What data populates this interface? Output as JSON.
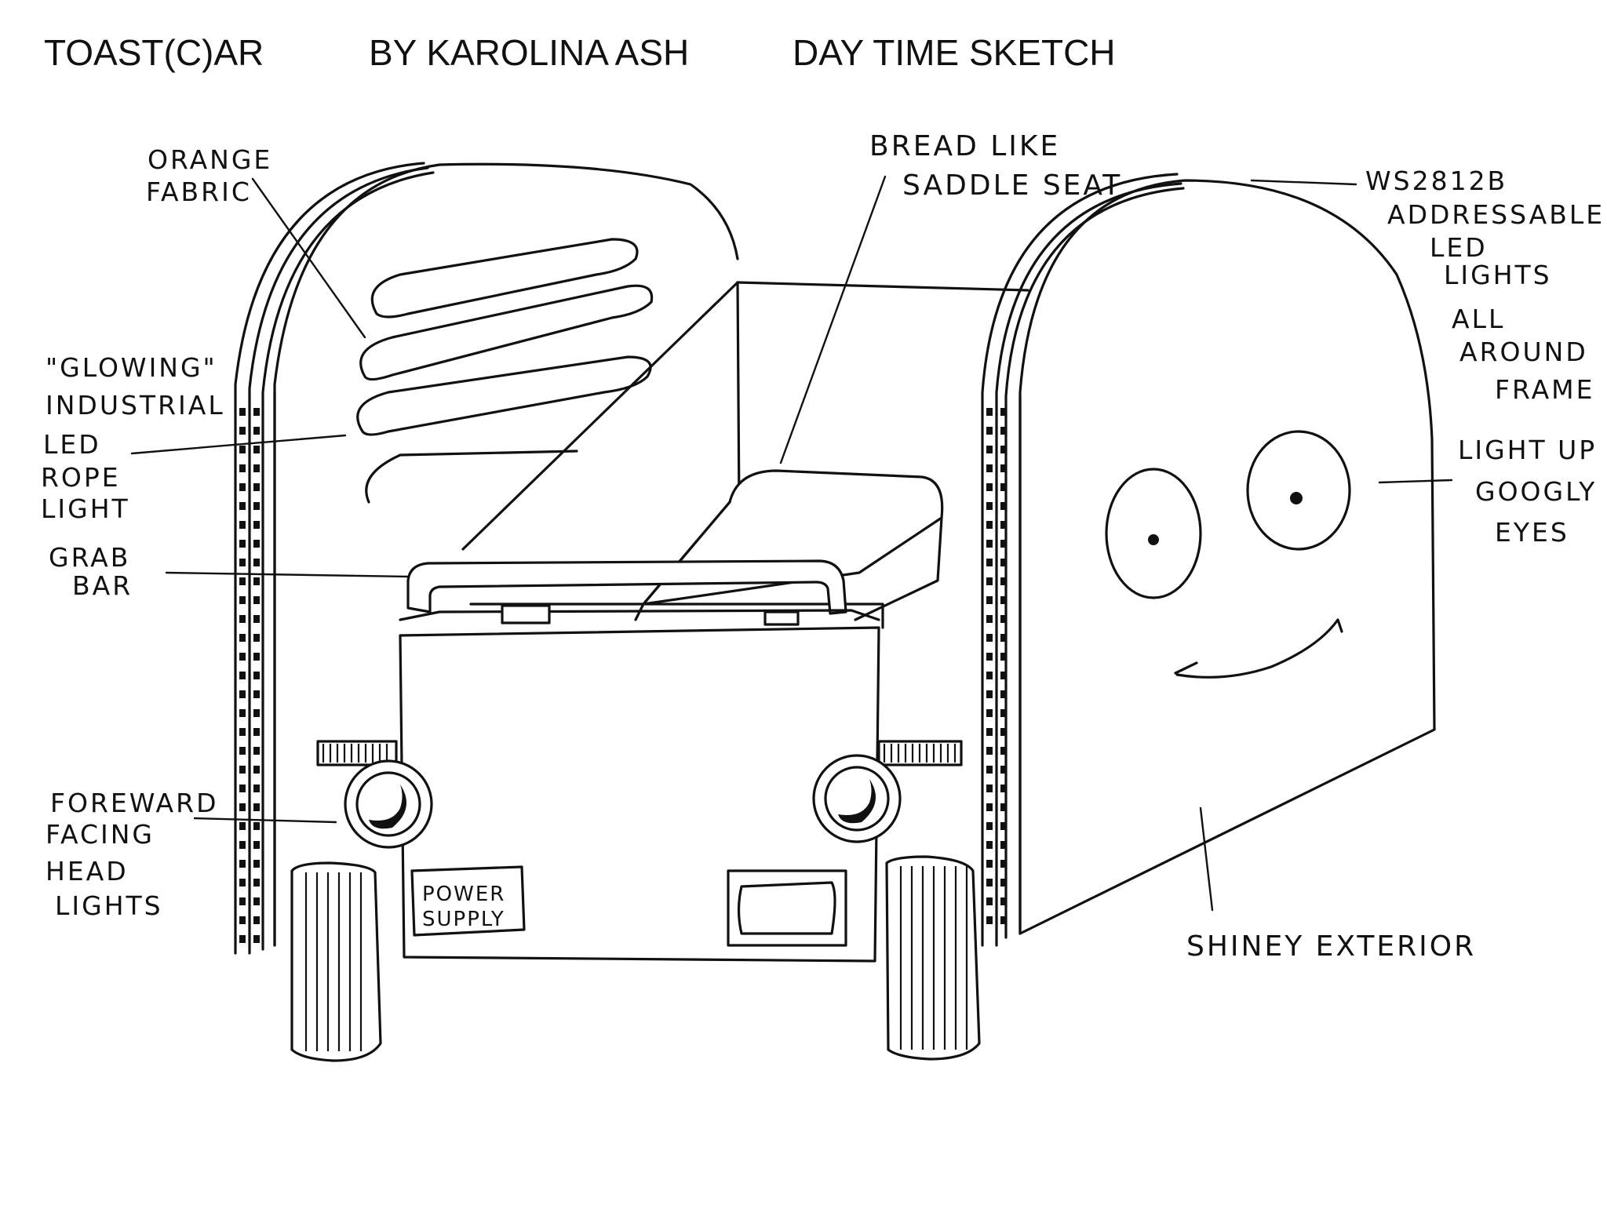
{
  "header": {
    "title": "TOAST(C)AR",
    "author": "BY KAROLINA ASH",
    "kind": "DAY TIME SKETCH"
  },
  "annotations": {
    "orange_fabric": [
      "ORANGE",
      "FABRIC"
    ],
    "glowing_led": [
      "\"GLOWING\"",
      "INDUSTRIAL",
      "LED",
      "ROPE",
      "LIGHT"
    ],
    "grab_bar": [
      "GRAB",
      "BAR"
    ],
    "head_lights": [
      "FOREWARD",
      "FACING",
      "HEAD",
      "LIGHTS"
    ],
    "seat": [
      "BREAD LIKE",
      "SADDLE SEAT"
    ],
    "ws2812b": [
      "WS2812B",
      "ADDRESSABLE",
      "LED",
      "LIGHTS"
    ],
    "all_around": [
      "ALL",
      "AROUND",
      "FRAME"
    ],
    "googly_eyes": [
      "LIGHT UP",
      "GOOGLY",
      "EYES"
    ],
    "exterior": "SHINEY EXTERIOR",
    "power_supply": [
      "POWER",
      "SUPPLY"
    ]
  },
  "colors": {
    "ink": "#111111",
    "paper": "#ffffff"
  }
}
